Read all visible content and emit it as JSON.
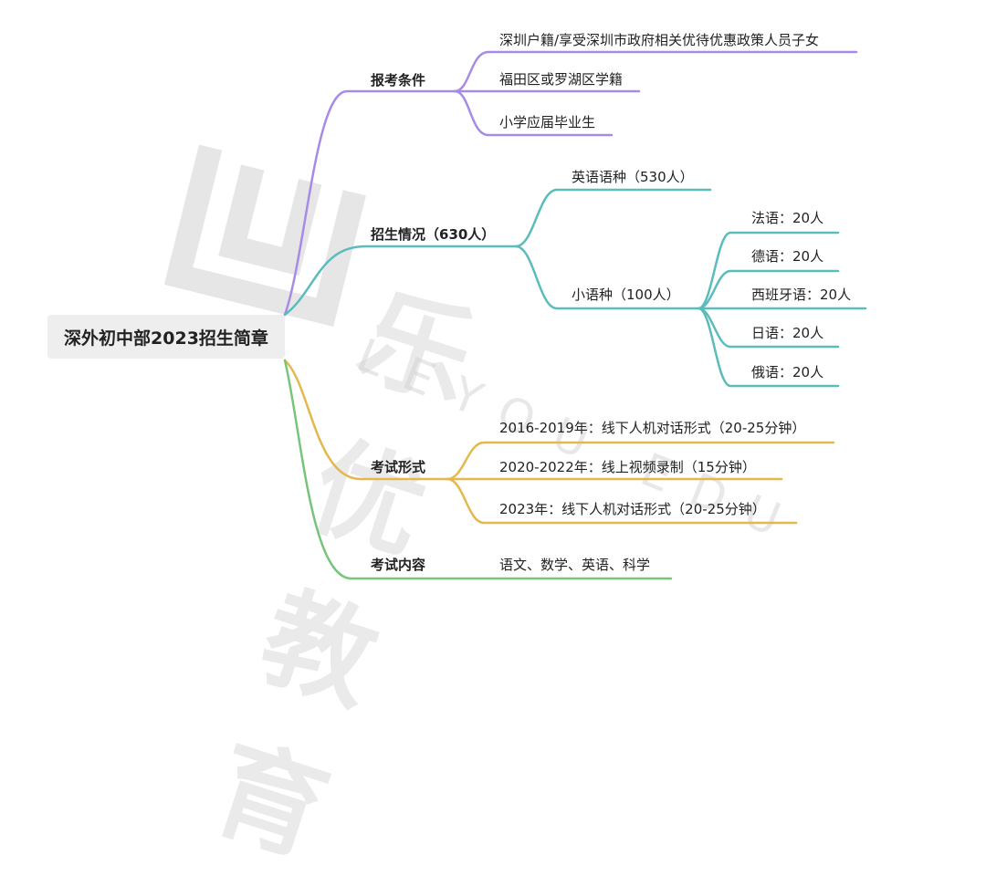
{
  "root": {
    "label": "深外初中部2023招生简章"
  },
  "branches": [
    {
      "id": "conditions",
      "label": "报考条件",
      "color": "#a78be6",
      "items": [
        "深圳户籍/享受深圳市政府相关优待优惠政策人员子女",
        "福田区或罗湖区学籍",
        "小学应届毕业生"
      ]
    },
    {
      "id": "enrollment",
      "label": "招生情况（630人）",
      "color": "#5bbcbc",
      "sub": [
        {
          "label": "英语语种（530人）"
        },
        {
          "label": "小语种（100人）",
          "items": [
            "法语：20人",
            "德语：20人",
            "西班牙语：20人",
            "日语：20人",
            "俄语：20人"
          ]
        }
      ]
    },
    {
      "id": "format",
      "label": "考试形式",
      "color": "#e3b84f",
      "items": [
        "2016-2019年：线下人机对话形式（20-25分钟）",
        "2020-2022年：线上视频录制（15分钟）",
        "2023年：线下人机对话形式（20-25分钟）"
      ]
    },
    {
      "id": "content",
      "label": "考试内容",
      "color": "#77c47a",
      "items": [
        "语文、数学、英语、科学"
      ]
    }
  ],
  "watermark": {
    "text_cn": "乐优教育",
    "text_en": "LEYOU.EDU",
    "icon": "leyou-logo-icon",
    "color": "#d2d2d2"
  }
}
